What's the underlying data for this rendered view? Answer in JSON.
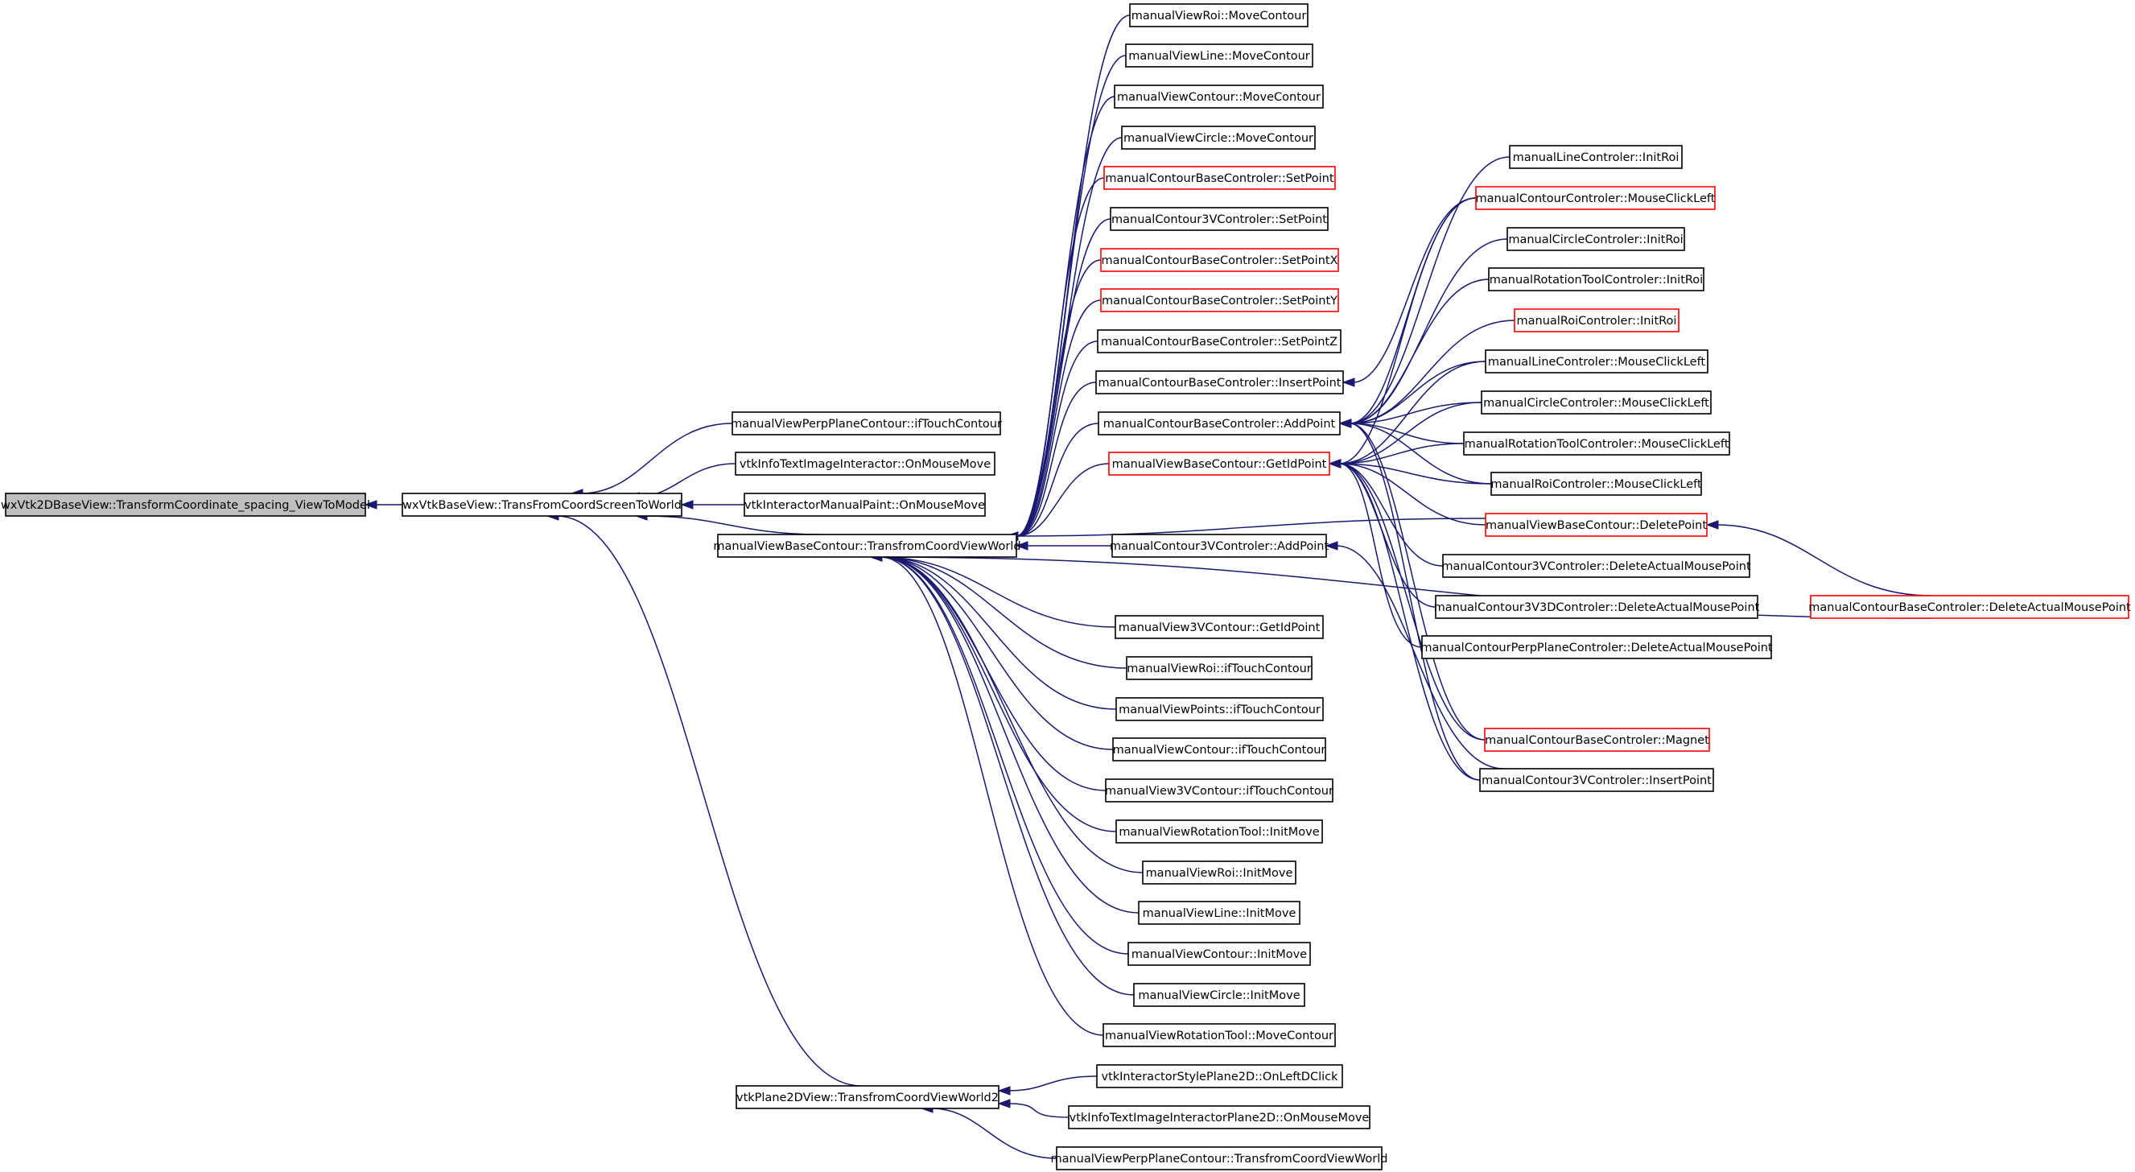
{
  "graph": {
    "title": "",
    "nodes": [
      {
        "id": "root",
        "label": "wxVtk2DBaseView::TransformCoordinate_spacing_ViewToModel",
        "style": "root",
        "link": false
      },
      {
        "id": "base",
        "label": "wxVtkBaseView::TransFromCoordScreenToWorld",
        "style": "normal",
        "link": true
      },
      {
        "id": "perpIf",
        "label": "manualViewPerpPlaneContour::ifTouchContour",
        "style": "normal",
        "link": true
      },
      {
        "id": "infoMove",
        "label": "vtkInfoTextImageInteractor::OnMouseMove",
        "style": "normal",
        "link": true
      },
      {
        "id": "paintMove",
        "label": "vtkInteractorManualPaint::OnMouseMove",
        "style": "normal",
        "link": true
      },
      {
        "id": "tcvw",
        "label": "manualViewBaseContour::TransfromCoordViewWorld",
        "style": "normal",
        "link": true
      },
      {
        "id": "plane2d",
        "label": "vtkPlane2DView::TransfromCoordViewWorld2",
        "style": "normal",
        "link": true
      },
      {
        "id": "roiMove",
        "label": "manualViewRoi::MoveContour",
        "style": "normal",
        "link": true
      },
      {
        "id": "lineMove",
        "label": "manualViewLine::MoveContour",
        "style": "normal",
        "link": true
      },
      {
        "id": "contourMove",
        "label": "manualViewContour::MoveContour",
        "style": "normal",
        "link": true
      },
      {
        "id": "circleMove",
        "label": "manualViewCircle::MoveContour",
        "style": "normal",
        "link": true
      },
      {
        "id": "cbcSetPoint",
        "label": "manualContourBaseControler::SetPoint",
        "style": "red",
        "link": true
      },
      {
        "id": "c3vSetPoint",
        "label": "manualContour3VControler::SetPoint",
        "style": "normal",
        "link": true
      },
      {
        "id": "cbcSetPointX",
        "label": "manualContourBaseControler::SetPointX",
        "style": "red",
        "link": true
      },
      {
        "id": "cbcSetPointY",
        "label": "manualContourBaseControler::SetPointY",
        "style": "red",
        "link": true
      },
      {
        "id": "cbcSetPointZ",
        "label": "manualContourBaseControler::SetPointZ",
        "style": "normal",
        "link": true
      },
      {
        "id": "cbcInsert",
        "label": "manualContourBaseControler::InsertPoint",
        "style": "normal",
        "link": true
      },
      {
        "id": "cbcAdd",
        "label": "manualContourBaseControler::AddPoint",
        "style": "normal",
        "link": true
      },
      {
        "id": "vbcGetId",
        "label": "manualViewBaseContour::GetIdPoint",
        "style": "red",
        "link": true
      },
      {
        "id": "c3vAdd",
        "label": "manualContour3VControler::AddPoint",
        "style": "normal",
        "link": true
      },
      {
        "id": "v3vGetId",
        "label": "manualView3VContour::GetIdPoint",
        "style": "normal",
        "link": true
      },
      {
        "id": "roiIf",
        "label": "manualViewRoi::ifTouchContour",
        "style": "normal",
        "link": true
      },
      {
        "id": "pointsIf",
        "label": "manualViewPoints::ifTouchContour",
        "style": "normal",
        "link": true
      },
      {
        "id": "contourIf",
        "label": "manualViewContour::ifTouchContour",
        "style": "normal",
        "link": true
      },
      {
        "id": "v3vIf",
        "label": "manualView3VContour::ifTouchContour",
        "style": "normal",
        "link": true
      },
      {
        "id": "rotInit",
        "label": "manualViewRotationTool::InitMove",
        "style": "normal",
        "link": true
      },
      {
        "id": "roiInit",
        "label": "manualViewRoi::InitMove",
        "style": "normal",
        "link": true
      },
      {
        "id": "lineInit",
        "label": "manualViewLine::InitMove",
        "style": "normal",
        "link": true
      },
      {
        "id": "contourInit",
        "label": "manualViewContour::InitMove",
        "style": "normal",
        "link": true
      },
      {
        "id": "circleInit",
        "label": "manualViewCircle::InitMove",
        "style": "normal",
        "link": true
      },
      {
        "id": "rotMove",
        "label": "manualViewRotationTool::MoveContour",
        "style": "normal",
        "link": true
      },
      {
        "id": "stylePlane",
        "label": "vtkInteractorStylePlane2D::OnLeftDClick",
        "style": "normal",
        "link": true
      },
      {
        "id": "infoPlane",
        "label": "vtkInfoTextImageInteractorPlane2D::OnMouseMove",
        "style": "normal",
        "link": true
      },
      {
        "id": "perpTcvw",
        "label": "manualViewPerpPlaneContour::TransfromCoordViewWorld",
        "style": "normal",
        "link": true
      },
      {
        "id": "lineInitRoi",
        "label": "manualLineControler::InitRoi",
        "style": "normal",
        "link": true
      },
      {
        "id": "contourClick",
        "label": "manualContourControler::MouseClickLeft",
        "style": "red",
        "link": true
      },
      {
        "id": "circleInitRoi",
        "label": "manualCircleControler::InitRoi",
        "style": "normal",
        "link": true
      },
      {
        "id": "rotInitRoi",
        "label": "manualRotationToolControler::InitRoi",
        "style": "normal",
        "link": true
      },
      {
        "id": "roiInitRoi",
        "label": "manualRoiControler::InitRoi",
        "style": "red",
        "link": true
      },
      {
        "id": "lineClick",
        "label": "manualLineControler::MouseClickLeft",
        "style": "normal",
        "link": true
      },
      {
        "id": "circleClick",
        "label": "manualCircleControler::MouseClickLeft",
        "style": "normal",
        "link": true
      },
      {
        "id": "rotClick",
        "label": "manualRotationToolControler::MouseClickLeft",
        "style": "normal",
        "link": true
      },
      {
        "id": "roiClick",
        "label": "manualRoiControler::MouseClickLeft",
        "style": "normal",
        "link": true
      },
      {
        "id": "vbcDelete",
        "label": "manualViewBaseContour::DeletePoint",
        "style": "red",
        "link": true
      },
      {
        "id": "c3vDelete",
        "label": "manualContour3VControler::DeleteActualMousePoint",
        "style": "normal",
        "link": true
      },
      {
        "id": "c3v3dDelete",
        "label": "manualContour3V3DControler::DeleteActualMousePoint",
        "style": "normal",
        "link": true
      },
      {
        "id": "perpDelete",
        "label": "manualContourPerpPlaneControler::DeleteActualMousePoint",
        "style": "normal",
        "link": true
      },
      {
        "id": "cbcMagnet",
        "label": "manualContourBaseControler::Magnet",
        "style": "red",
        "link": true
      },
      {
        "id": "c3vInsert",
        "label": "manualContour3VControler::InsertPoint",
        "style": "normal",
        "link": true
      },
      {
        "id": "cbcDelete",
        "label": "manualContourBaseControler::DeleteActualMousePoint",
        "style": "red",
        "link": true
      }
    ],
    "edges": [
      [
        "base",
        "root"
      ],
      [
        "perpIf",
        "base"
      ],
      [
        "infoMove",
        "base"
      ],
      [
        "paintMove",
        "base"
      ],
      [
        "tcvw",
        "base"
      ],
      [
        "plane2d",
        "base"
      ],
      [
        "roiMove",
        "tcvw"
      ],
      [
        "lineMove",
        "tcvw"
      ],
      [
        "contourMove",
        "tcvw"
      ],
      [
        "circleMove",
        "tcvw"
      ],
      [
        "cbcSetPoint",
        "tcvw"
      ],
      [
        "c3vSetPoint",
        "tcvw"
      ],
      [
        "cbcSetPointX",
        "tcvw"
      ],
      [
        "cbcSetPointY",
        "tcvw"
      ],
      [
        "cbcSetPointZ",
        "tcvw"
      ],
      [
        "cbcInsert",
        "tcvw"
      ],
      [
        "cbcAdd",
        "tcvw"
      ],
      [
        "vbcGetId",
        "tcvw"
      ],
      [
        "vbcDelete",
        "tcvw"
      ],
      [
        "c3vAdd",
        "tcvw"
      ],
      [
        "cbcDelete",
        "tcvw"
      ],
      [
        "v3vGetId",
        "tcvw"
      ],
      [
        "roiIf",
        "tcvw"
      ],
      [
        "pointsIf",
        "tcvw"
      ],
      [
        "contourIf",
        "tcvw"
      ],
      [
        "v3vIf",
        "tcvw"
      ],
      [
        "rotInit",
        "tcvw"
      ],
      [
        "roiInit",
        "tcvw"
      ],
      [
        "lineInit",
        "tcvw"
      ],
      [
        "contourInit",
        "tcvw"
      ],
      [
        "circleInit",
        "tcvw"
      ],
      [
        "rotMove",
        "tcvw"
      ],
      [
        "stylePlane",
        "plane2d"
      ],
      [
        "infoPlane",
        "plane2d"
      ],
      [
        "perpTcvw",
        "plane2d"
      ],
      [
        "contourClick",
        "cbcInsert"
      ],
      [
        "lineInitRoi",
        "cbcAdd"
      ],
      [
        "contourClick",
        "cbcAdd"
      ],
      [
        "circleInitRoi",
        "cbcAdd"
      ],
      [
        "rotInitRoi",
        "cbcAdd"
      ],
      [
        "roiInitRoi",
        "cbcAdd"
      ],
      [
        "lineClick",
        "cbcAdd"
      ],
      [
        "circleClick",
        "cbcAdd"
      ],
      [
        "rotClick",
        "cbcAdd"
      ],
      [
        "roiClick",
        "cbcAdd"
      ],
      [
        "cbcMagnet",
        "cbcAdd"
      ],
      [
        "c3vInsert",
        "cbcAdd"
      ],
      [
        "contourClick",
        "vbcGetId"
      ],
      [
        "lineClick",
        "vbcGetId"
      ],
      [
        "circleClick",
        "vbcGetId"
      ],
      [
        "rotClick",
        "vbcGetId"
      ],
      [
        "roiClick",
        "vbcGetId"
      ],
      [
        "vbcDelete",
        "vbcGetId"
      ],
      [
        "c3vDelete",
        "vbcGetId"
      ],
      [
        "c3v3dDelete",
        "vbcGetId"
      ],
      [
        "perpDelete",
        "vbcGetId"
      ],
      [
        "cbcMagnet",
        "vbcGetId"
      ],
      [
        "c3vInsert",
        "vbcGetId"
      ],
      [
        "c3vInsert",
        "c3vAdd"
      ],
      [
        "cbcDelete",
        "vbcDelete"
      ]
    ]
  }
}
